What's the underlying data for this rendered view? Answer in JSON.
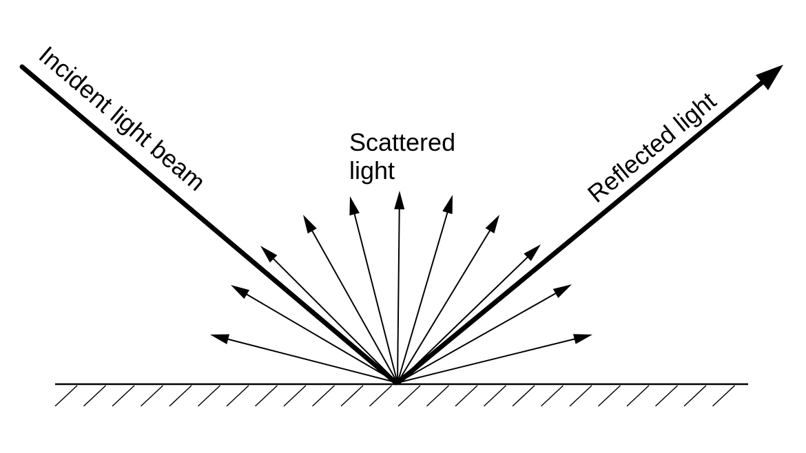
{
  "diagram": {
    "labels": {
      "incident": "Incident light beam",
      "scattered_line1": "Scattered",
      "scattered_line2": "light",
      "reflected": "Reflected light"
    },
    "colors": {
      "ink": "#000000",
      "background": "#ffffff"
    }
  }
}
